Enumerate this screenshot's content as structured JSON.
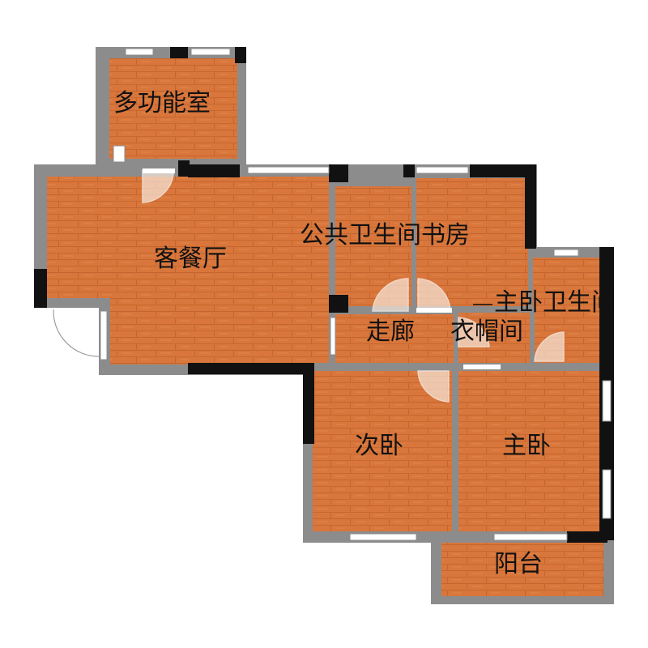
{
  "colors": {
    "wood": "#d8753a",
    "wood_dark": "#c5652f",
    "wall_gray": "#8c8c8c",
    "wall_black": "#111111",
    "window_white": "#ffffff",
    "door_arc": "#ffffff"
  },
  "rooms": {
    "multi_function": "多功能室",
    "living_dining": "客餐厅",
    "public_bathroom": "公共卫生间",
    "study": "书房",
    "master_bathroom": "主卧卫生间",
    "corridor": "走廊",
    "cloakroom": "衣帽间",
    "second_bedroom": "次卧",
    "master_bedroom": "主卧",
    "balcony": "阳台"
  }
}
